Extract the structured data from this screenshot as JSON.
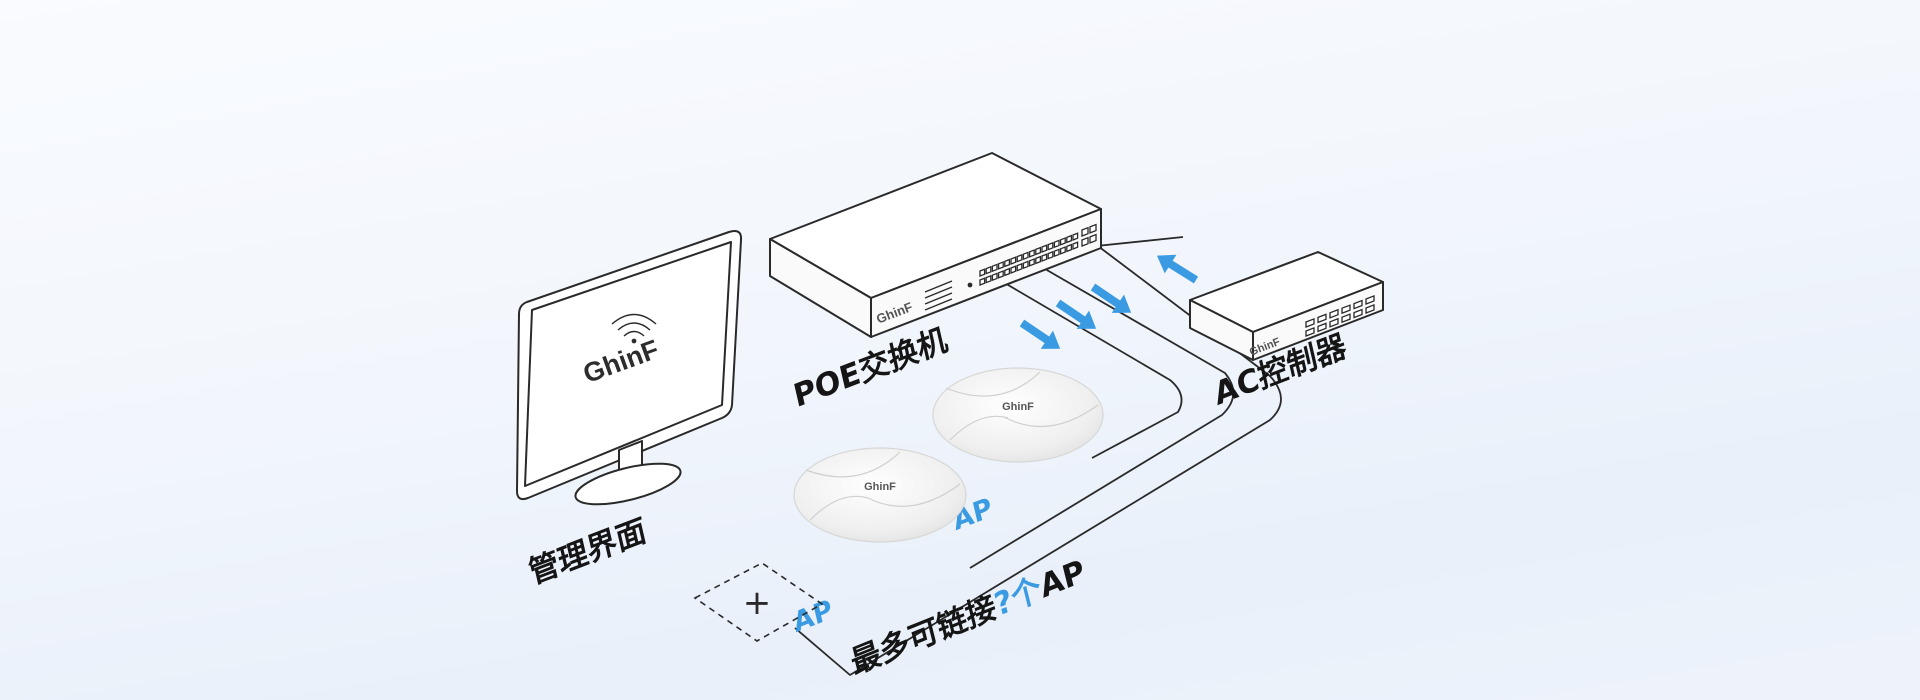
{
  "monitor": {
    "brand": "GhinF",
    "label": "管理界面"
  },
  "poe_switch": {
    "brand": "GhinF",
    "label": "POE交换机"
  },
  "ac_controller": {
    "brand": "GhinF",
    "label": "AC控制器"
  },
  "access_points": [
    {
      "brand": "GhinF",
      "label": "AP"
    },
    {
      "brand": "GhinF",
      "label": "AP"
    }
  ],
  "add_slot": {
    "symbol": "+"
  },
  "capacity_note": {
    "prefix": "最多可链接",
    "highlight": "?个",
    "suffix": "AP"
  },
  "colors": {
    "accent": "#3a9be3",
    "line": "#2a2a2a",
    "text": "#151515"
  }
}
